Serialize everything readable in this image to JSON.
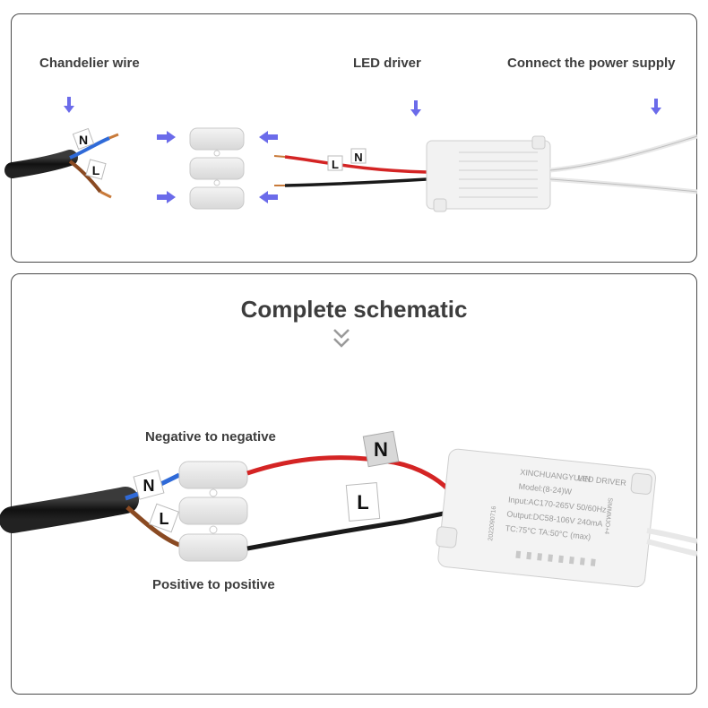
{
  "labels": {
    "chandelier_wire": "Chandelier wire",
    "led_driver": "LED driver",
    "connect_power": "Connect the power supply",
    "title": "Complete schematic",
    "negative": "Negative to negative",
    "positive": "Positive to positive"
  },
  "tags": {
    "neutral": "N",
    "live": "L"
  },
  "driver": {
    "brand": "XINCHUANGYUAN",
    "product": "LED DRIVER",
    "model": "Model:(8-24)W",
    "input": "Input:AC170-265V 50/60Hz",
    "output": "Output:DC58-106V 240mA",
    "temps": "TC:75°C  TA:50°C  (max)",
    "side_left": "2022090716",
    "side_right": "SIMMMJO+4"
  },
  "colors": {
    "arrow": "#6b6bea",
    "red_wire": "#d42424",
    "black_wire": "#1a1a1a",
    "blue_wire": "#2f6ad8",
    "brown_wire": "#8a4a22",
    "copper": "#c87a3a",
    "border": "#4a4a4a"
  }
}
